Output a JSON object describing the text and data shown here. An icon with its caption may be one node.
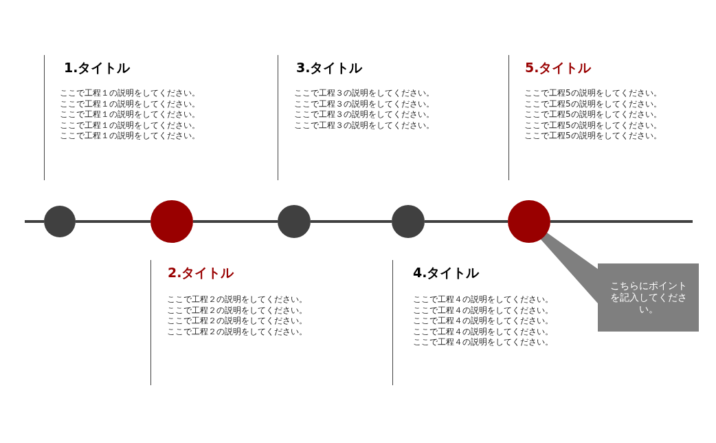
{
  "diagram": {
    "nodes": [
      {
        "text": [
          "1.タイトル",
          "ここで工程１の説明をしてください。ここで工程１の説明をしてください。ここで工程１の説明をしてください。ここで工程１の説明をしてください。ここで工程１の説明をしてください。"
        ]
      },
      {
        "text": [
          "3.タイトル",
          "ここで工程３の説明をしてください。ここで工程３の説明をしてください。ここで工程３の説明をしてください。ここで工程３の説明をしてください。"
        ]
      },
      {
        "text": [
          "5.タイトル",
          "ここで工程5の説明をしてください。ここで工程5の説明をしてください。ここで工程5の説明をしてください。ここで工程5の説明をしてください。ここで工程5の説明をしてください。"
        ]
      },
      {
        "text": [],
        "shape": "circle"
      },
      {
        "text": [],
        "shape": "circle"
      },
      {
        "text": [],
        "shape": "circle"
      },
      {
        "text": [],
        "shape": "circle"
      },
      {
        "text": [],
        "shape": "circle"
      },
      {
        "text": [
          "2.タイトル",
          "ここで工程２の説明をしてください。ここで工程２の説明をしてください。ここで工程２の説明をしてください。ここで工程２の説明をしてください。"
        ]
      },
      {
        "text": [
          "4.タイトル",
          "ここで工程４の説明をしてください。ここで工程４の説明をしてください。ここで工程４の説明をしてください。ここで工程４の説明をしてください。ここで工程４の説明をしてください。"
        ]
      },
      {
        "text": [
          "こちらにポイントを記入してください。"
        ]
      }
    ],
    "edges": [
      {
        "from": null,
        "to": 3,
        "arrow": "none"
      },
      {
        "from": 3,
        "to": 4,
        "arrow": "none"
      },
      {
        "from": 4,
        "to": 5,
        "arrow": "none"
      },
      {
        "from": 5,
        "to": 6,
        "arrow": "none"
      },
      {
        "from": 6,
        "to": 7,
        "arrow": "none"
      },
      {
        "from": 7,
        "to": null,
        "arrow": "none"
      },
      {
        "from": 10,
        "to": 7,
        "arrow": "none"
      }
    ]
  }
}
